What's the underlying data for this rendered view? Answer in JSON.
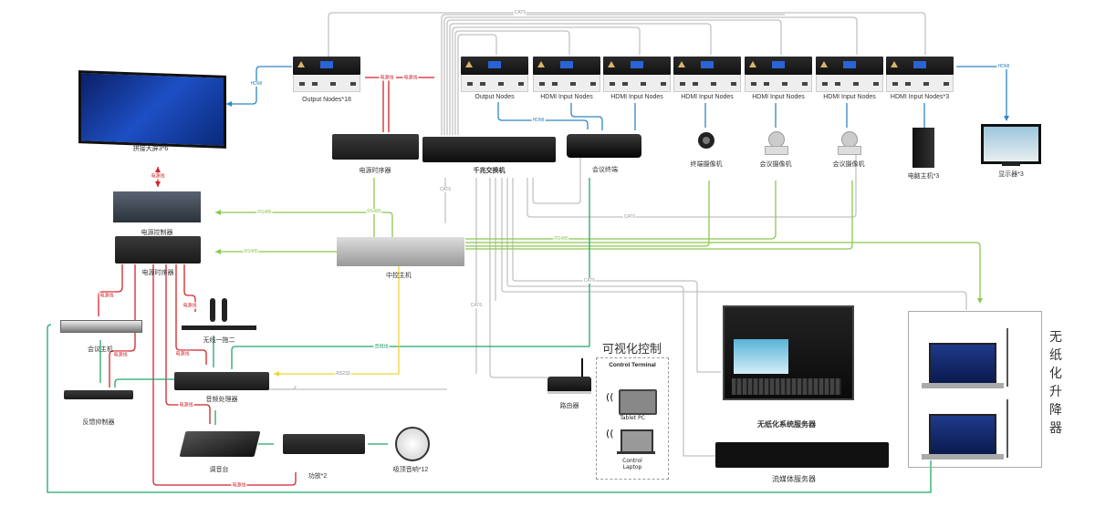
{
  "diagram": {
    "type": "system-topology",
    "devices": {
      "video_wall": "拼接大屏3*6",
      "output_nodes_18": "Output Nodes*18",
      "output_nodes": "Output Nodes",
      "hdmi_input_nodes_1": "HDMI Input Nodes",
      "hdmi_input_nodes_2": "HDMI Input Nodes",
      "hdmi_input_nodes_3": "HDMI Input Nodes",
      "hdmi_input_nodes_4": "HDMI Input Nodes",
      "hdmi_input_nodes_5": "HDMI Input Nodes",
      "hdmi_input_nodes_3x": "HDMI Input Nodes*3",
      "power_sequencer_top": "电源时序器",
      "gigabit_switch": "千兆交换机",
      "conference_terminal": "会议终端",
      "terminal_camera": "终端摄像机",
      "conference_camera_1": "会议摄像机",
      "conference_camera_2": "会议摄像机",
      "pc_host": "电脑主机*3",
      "monitor": "显示器*3",
      "power_controller": "电源控制器",
      "power_sequencer_left": "电源时序器",
      "central_control_host": "中控主机",
      "conference_host": "会议主机",
      "wireless_mic": "无线一拖二",
      "feedback_suppressor": "反馈抑制器",
      "audio_processor": "音频处理器",
      "mixer": "调音台",
      "amplifier": "功放*2",
      "ceiling_speaker": "吸顶音响*12",
      "router": "路由器",
      "paperless_server": "无纸化系统服务器",
      "streaming_server": "流媒体服务器"
    },
    "visual_control": {
      "title": "可视化控制",
      "box_title": "Control Terminal",
      "tablet": "Tablet PC",
      "laptop_line1": "Control",
      "laptop_line2": "Laptop"
    },
    "paperless_lift": {
      "title_chars": [
        "无",
        "纸",
        "化",
        "升",
        "降",
        "器"
      ]
    },
    "wire_labels": {
      "hdmi": "HDMI",
      "cat6": "CAT6",
      "power": "电源线",
      "rs485": "RS485",
      "rs232": "RS232",
      "audio": "音频线"
    },
    "colors": {
      "cat6": "#b8b8b8",
      "hdmi": "#2f86c4",
      "power": "#d2232a",
      "control": "#7cc24a",
      "audio": "#22a86a",
      "rs232": "#f0d23a"
    }
  }
}
